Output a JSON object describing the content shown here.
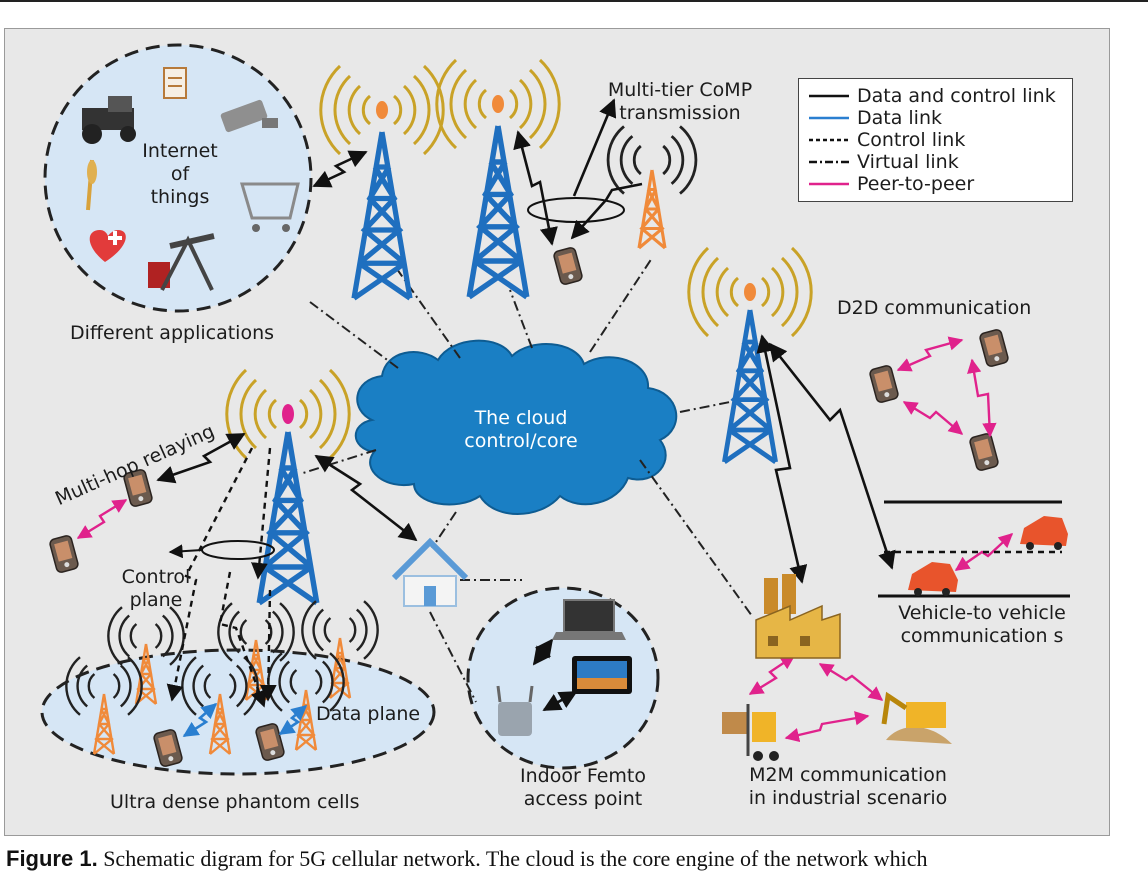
{
  "legend": {
    "items": [
      {
        "label": "Data and control link",
        "style": "solid",
        "color": "#111111"
      },
      {
        "label": "Data link",
        "style": "solid",
        "color": "#2a7fd0"
      },
      {
        "label": "Control link",
        "style": "dashed",
        "color": "#111111"
      },
      {
        "label": "Virtual link",
        "style": "dashdot",
        "color": "#111111"
      },
      {
        "label": "Peer-to-peer",
        "style": "solid",
        "color": "#e0228c"
      }
    ]
  },
  "labels": {
    "iot_line1": "Internet",
    "iot_line2": "of",
    "iot_line3": "things",
    "different_applications": "Different applications",
    "comp_line1": "Multi-tier CoMP",
    "comp_line2": "transmission",
    "d2d": "D2D communication",
    "cloud_line1": "The cloud",
    "cloud_line2": "control/core",
    "multihop": "Multi-hop relaying",
    "control_plane_line1": "Control",
    "control_plane_line2": "plane",
    "data_plane": "Data plane",
    "ultra_dense": "Ultra dense phantom cells",
    "femto_line1": "Indoor Femto",
    "femto_line2": "access point",
    "v2v_line1": "Vehicle-to vehicle",
    "v2v_line2": "communication s",
    "m2m_line1": "M2M communication",
    "m2m_line2": "in industrial scenario"
  },
  "caption": {
    "prefix": "Figure 1.",
    "text": " Schematic digram for 5G cellular network. The cloud is the core engine of the network which"
  },
  "colors": {
    "cloud": "#1a7fc4",
    "tower_blue": "#1f6fbf",
    "tower_orange": "#f08a3a",
    "signal": "#c9a227",
    "peer": "#e0228c",
    "data_link": "#2a7fd0",
    "bubble": "#d6e6f5"
  }
}
